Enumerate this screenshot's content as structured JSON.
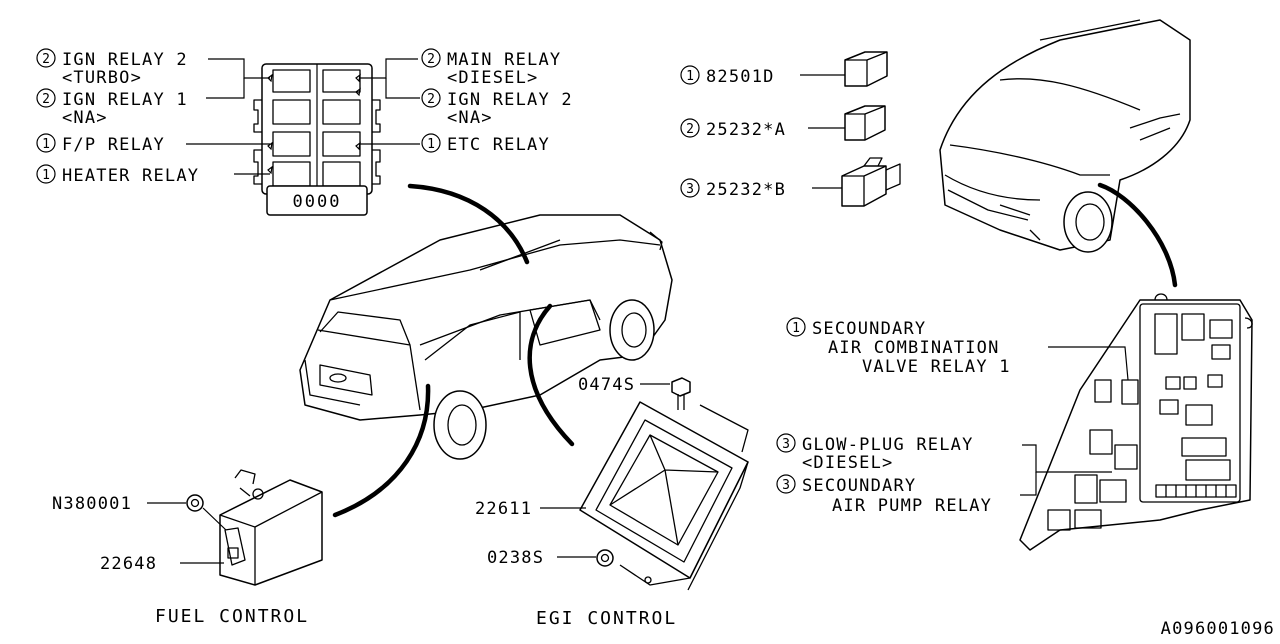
{
  "relay_box_labels": {
    "ign_relay_2_turbo": {
      "num": "2",
      "name": "IGN RELAY 2",
      "variant": "<TURBO>"
    },
    "ign_relay_1_na": {
      "num": "2",
      "name": "IGN RELAY 1",
      "variant": "<NA>"
    },
    "fp_relay": {
      "num": "1",
      "name": "F/P RELAY"
    },
    "heater_relay": {
      "num": "1",
      "name": "HEATER RELAY"
    },
    "main_relay_diesel": {
      "num": "2",
      "name": "MAIN RELAY",
      "variant": "<DIESEL>"
    },
    "ign_relay_2_na": {
      "num": "2",
      "name": "IGN RELAY 2",
      "variant": "<NA>"
    },
    "etc_relay": {
      "num": "1",
      "name": "ETC RELAY"
    }
  },
  "relay_parts": [
    {
      "num": "1",
      "part": "82501D"
    },
    {
      "num": "2",
      "part": "25232*A"
    },
    {
      "num": "3",
      "part": "25232*B"
    }
  ],
  "fuse_box_labels": {
    "secondary_air_combination": {
      "num": "1",
      "line1": "SECOUNDARY",
      "line2": "AIR COMBINATION",
      "line3": "VALVE RELAY 1"
    },
    "glow_plug": {
      "num": "3",
      "name": "GLOW-PLUG RELAY",
      "variant": "<DIESEL>"
    },
    "secondary_air_pump": {
      "num": "3",
      "line1": "SECOUNDARY",
      "line2": "AIR PUMP RELAY"
    }
  },
  "fuel_control": {
    "caption": "FUEL CONTROL",
    "nut": "N380001",
    "module": "22648"
  },
  "egi_control": {
    "caption": "EGI CONTROL",
    "bolt": "0474S",
    "ecu": "22611",
    "nut": "0238S"
  },
  "diagram_code": "A096001096",
  "relay_box_fuse_label": "0000"
}
